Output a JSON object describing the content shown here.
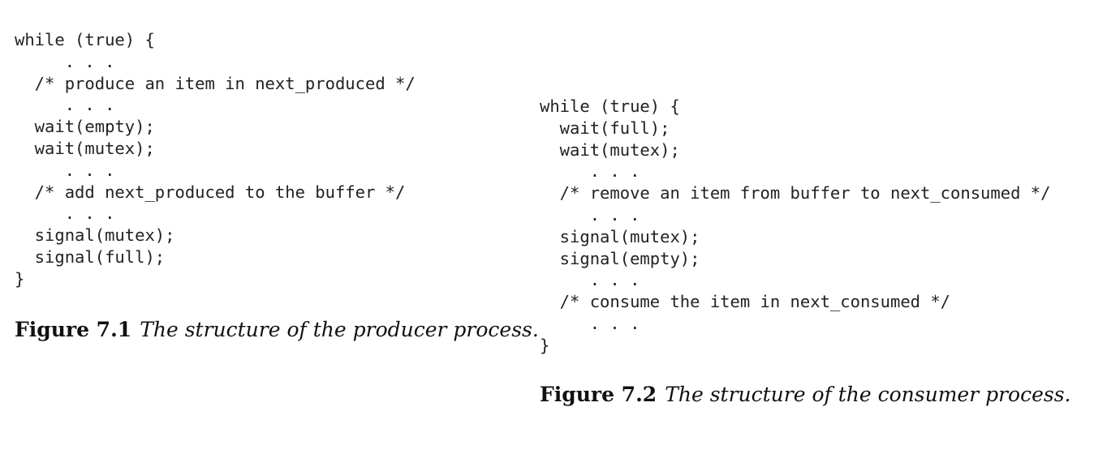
{
  "figure1": {
    "code_lines": [
      "while (true) {",
      "     . . .",
      "  /* produce an item in next_produced */",
      "     . . .",
      "  wait(empty);",
      "  wait(mutex);",
      "     . . .",
      "  /* add next_produced to the buffer */",
      "     . . .",
      "  signal(mutex);",
      "  signal(full);",
      "}"
    ],
    "caption_number": "Figure 7.1",
    "caption_text": "The structure of the producer process."
  },
  "figure2": {
    "code_lines": [
      "while (true) {",
      "  wait(full);",
      "  wait(mutex);",
      "     . . .",
      "  /* remove an item from buffer to next_consumed */",
      "     . . .",
      "  signal(mutex);",
      "  signal(empty);",
      "     . . .",
      "  /* consume the item in next_consumed */",
      "     . . .",
      "}"
    ],
    "caption_number": "Figure 7.2",
    "caption_text": "The structure of the consumer process."
  }
}
